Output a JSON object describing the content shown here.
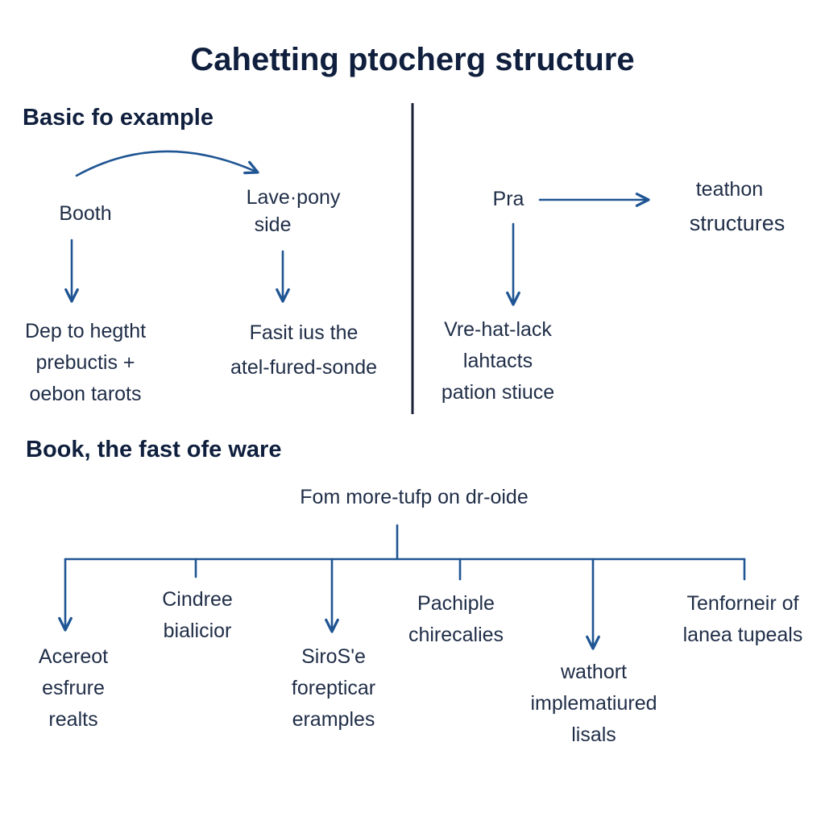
{
  "title": "Cahetting ptocherg structure",
  "sections": {
    "basic": "Basic fo example",
    "book": "Book, the fast ofe ware"
  },
  "left_diagram": {
    "node_a": "Booth",
    "node_b": [
      "Lave·pony",
      "side"
    ],
    "result_a": [
      "Dep to hegtht",
      "prebuctis +",
      "oebon tarots"
    ],
    "result_b": [
      "Fasit ius the",
      "atel-fured-sonde"
    ]
  },
  "right_diagram": {
    "node": "Pra",
    "target": [
      "teathon",
      "structures"
    ],
    "result": [
      "Vre-hat-lack",
      "lahtacts",
      "pation stiuce"
    ]
  },
  "tree": {
    "root": "Fom more-tufp on dr-oide",
    "children": [
      [
        "Acereot",
        "esfrure",
        "realts"
      ],
      [
        "Cindree",
        "bialicior"
      ],
      [
        "SiroS'e",
        "forepticar",
        "eramples"
      ],
      [
        "Pachiple",
        "chirecalies"
      ],
      [
        "wathort",
        "implematiured",
        "lisals"
      ],
      [
        "Tenforneir of",
        "lanea tupeals"
      ]
    ]
  },
  "colors": {
    "arrow": "#1f5593",
    "text": "#1b2a48",
    "divider": "#1a2238"
  }
}
